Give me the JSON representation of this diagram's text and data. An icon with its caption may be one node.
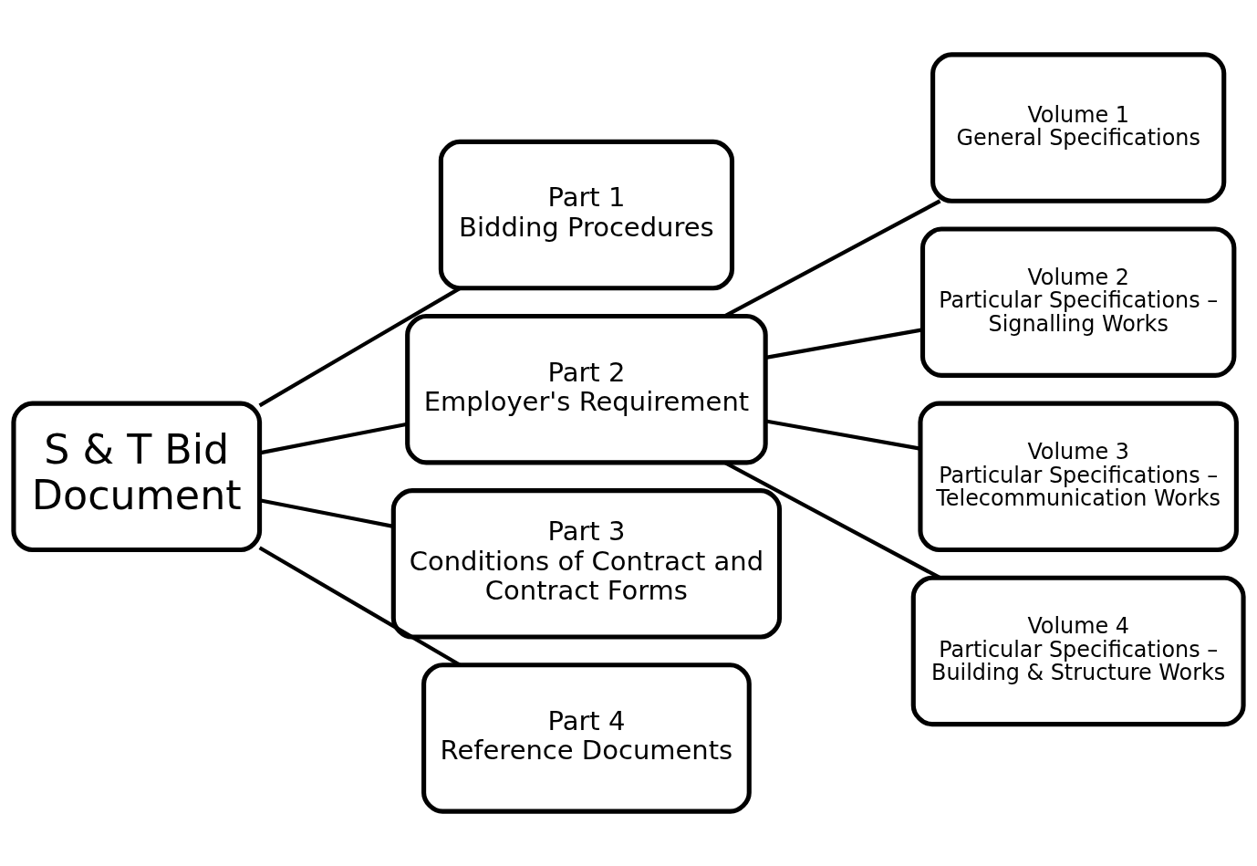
{
  "diagram": {
    "nodes": [
      {
        "text": [
          "S & T Bid Document"
        ]
      },
      {
        "text": [
          "Part 1",
          "Bidding Procedures"
        ]
      },
      {
        "text": [
          "Part 2",
          "Employer's Requirement"
        ]
      },
      {
        "text": [
          "Part 3",
          "Conditions of Contract and Contract Forms"
        ]
      },
      {
        "text": [
          "Part 4",
          "Reference Documents"
        ]
      },
      {
        "text": [
          "Volume 1",
          "General Specifications"
        ]
      },
      {
        "text": [
          "Volume 2",
          "Particular Specifications – Signalling Works"
        ]
      },
      {
        "text": [
          "Volume 3",
          "Particular Specifications – Telecommunication Works"
        ]
      },
      {
        "text": [
          "Volume 4",
          "Particular Specifications – Building & Structure Works"
        ]
      }
    ],
    "edges": [
      {
        "from": 0,
        "to": 1,
        "arrow": "none"
      },
      {
        "from": 0,
        "to": 2,
        "arrow": "none"
      },
      {
        "from": 0,
        "to": 3,
        "arrow": "none"
      },
      {
        "from": 0,
        "to": 4,
        "arrow": "none"
      },
      {
        "from": 2,
        "to": 5,
        "arrow": "none"
      },
      {
        "from": 2,
        "to": 6,
        "arrow": "none"
      },
      {
        "from": 2,
        "to": 7,
        "arrow": "none"
      },
      {
        "from": 2,
        "to": 8,
        "arrow": "none"
      }
    ]
  }
}
